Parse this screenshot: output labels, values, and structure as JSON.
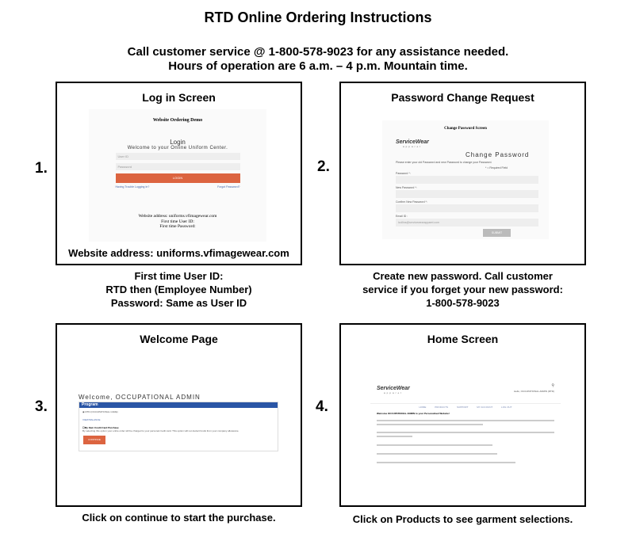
{
  "title": "RTD Online Ordering Instructions",
  "contact_line": "Call customer service @ 1-800-578-9023 for any assistance needed.",
  "hours_line": "Hours of operation are 6 a.m. – 4 p.m. Mountain time.",
  "steps": [
    {
      "number": "1.",
      "title": "Log in Screen",
      "shot": {
        "heading": "Website Ordering Demo",
        "login": "Login",
        "welcome": "Welcome to your Online Uniform Center.",
        "user_placeholder": "User ID",
        "password_placeholder": "Password",
        "login_button": "LOGIN",
        "trouble_link": "Having Trouble Logging In?",
        "forgot_link": "Forgot Password?",
        "address": "Website address: uniforms.vfimagewear.com",
        "user_id": "First time User ID:",
        "password": "First time Password:"
      },
      "inbox_caption": "Website address: uniforms.vfimagewear.com",
      "caption": [
        "First time User ID:",
        "RTD then (Employee Number)",
        "Password: Same as User ID"
      ]
    },
    {
      "number": "2.",
      "title": "Password Change Request",
      "shot": {
        "heading": "Change Password Screen",
        "logo": "ServiceWear",
        "logo_sub": "apparel",
        "page_title": "Change Password",
        "intro": "Please enter your old Password and new Password to change your Password.",
        "required": "* = Required Field",
        "password_label": "Password *:",
        "new_password_label": "New Password *:",
        "confirm_label": "Confirm New Password *:",
        "email_label": "Email ID :",
        "email_value": "lcollins@servicewearapparel.com",
        "submit": "SUBMIT"
      },
      "caption": [
        "Create new password. Call customer",
        "service if you forget your new password:",
        "1-800-578-9023"
      ]
    },
    {
      "number": "3.",
      "title": "Welcome Page",
      "shot": {
        "welcome": "Welcome, OCCUPATIONAL ADMIN",
        "program": "Program",
        "option": "RTD (OCCUPATIONAL CARE)",
        "view_balance": "VIEW BALANCE",
        "credit_label": "My Own Credit Card Purchase",
        "credit_desc": "By selecting this option your entire order will be charged to your personal credit card. This option will not deduct funds from your company allowance.",
        "continue": "CONTINUE"
      },
      "caption": [
        "Click on continue to start the purchase."
      ]
    },
    {
      "number": "4.",
      "title": "Home Screen",
      "shot": {
        "logo": "ServiceWear",
        "logo_sub": "apparel",
        "user": "Hello, OCCUPATIONAL ADMIN (RTD)",
        "nav": [
          "HOME",
          "PRODUCTS",
          "SUPPORT",
          "MY ACCOUNT",
          "LOG OUT"
        ],
        "welcome": "Welcome OCCUPATIONAL ADMIN to your Personalized Website!"
      },
      "caption": [
        "Click on Products to see garment selections."
      ]
    }
  ]
}
